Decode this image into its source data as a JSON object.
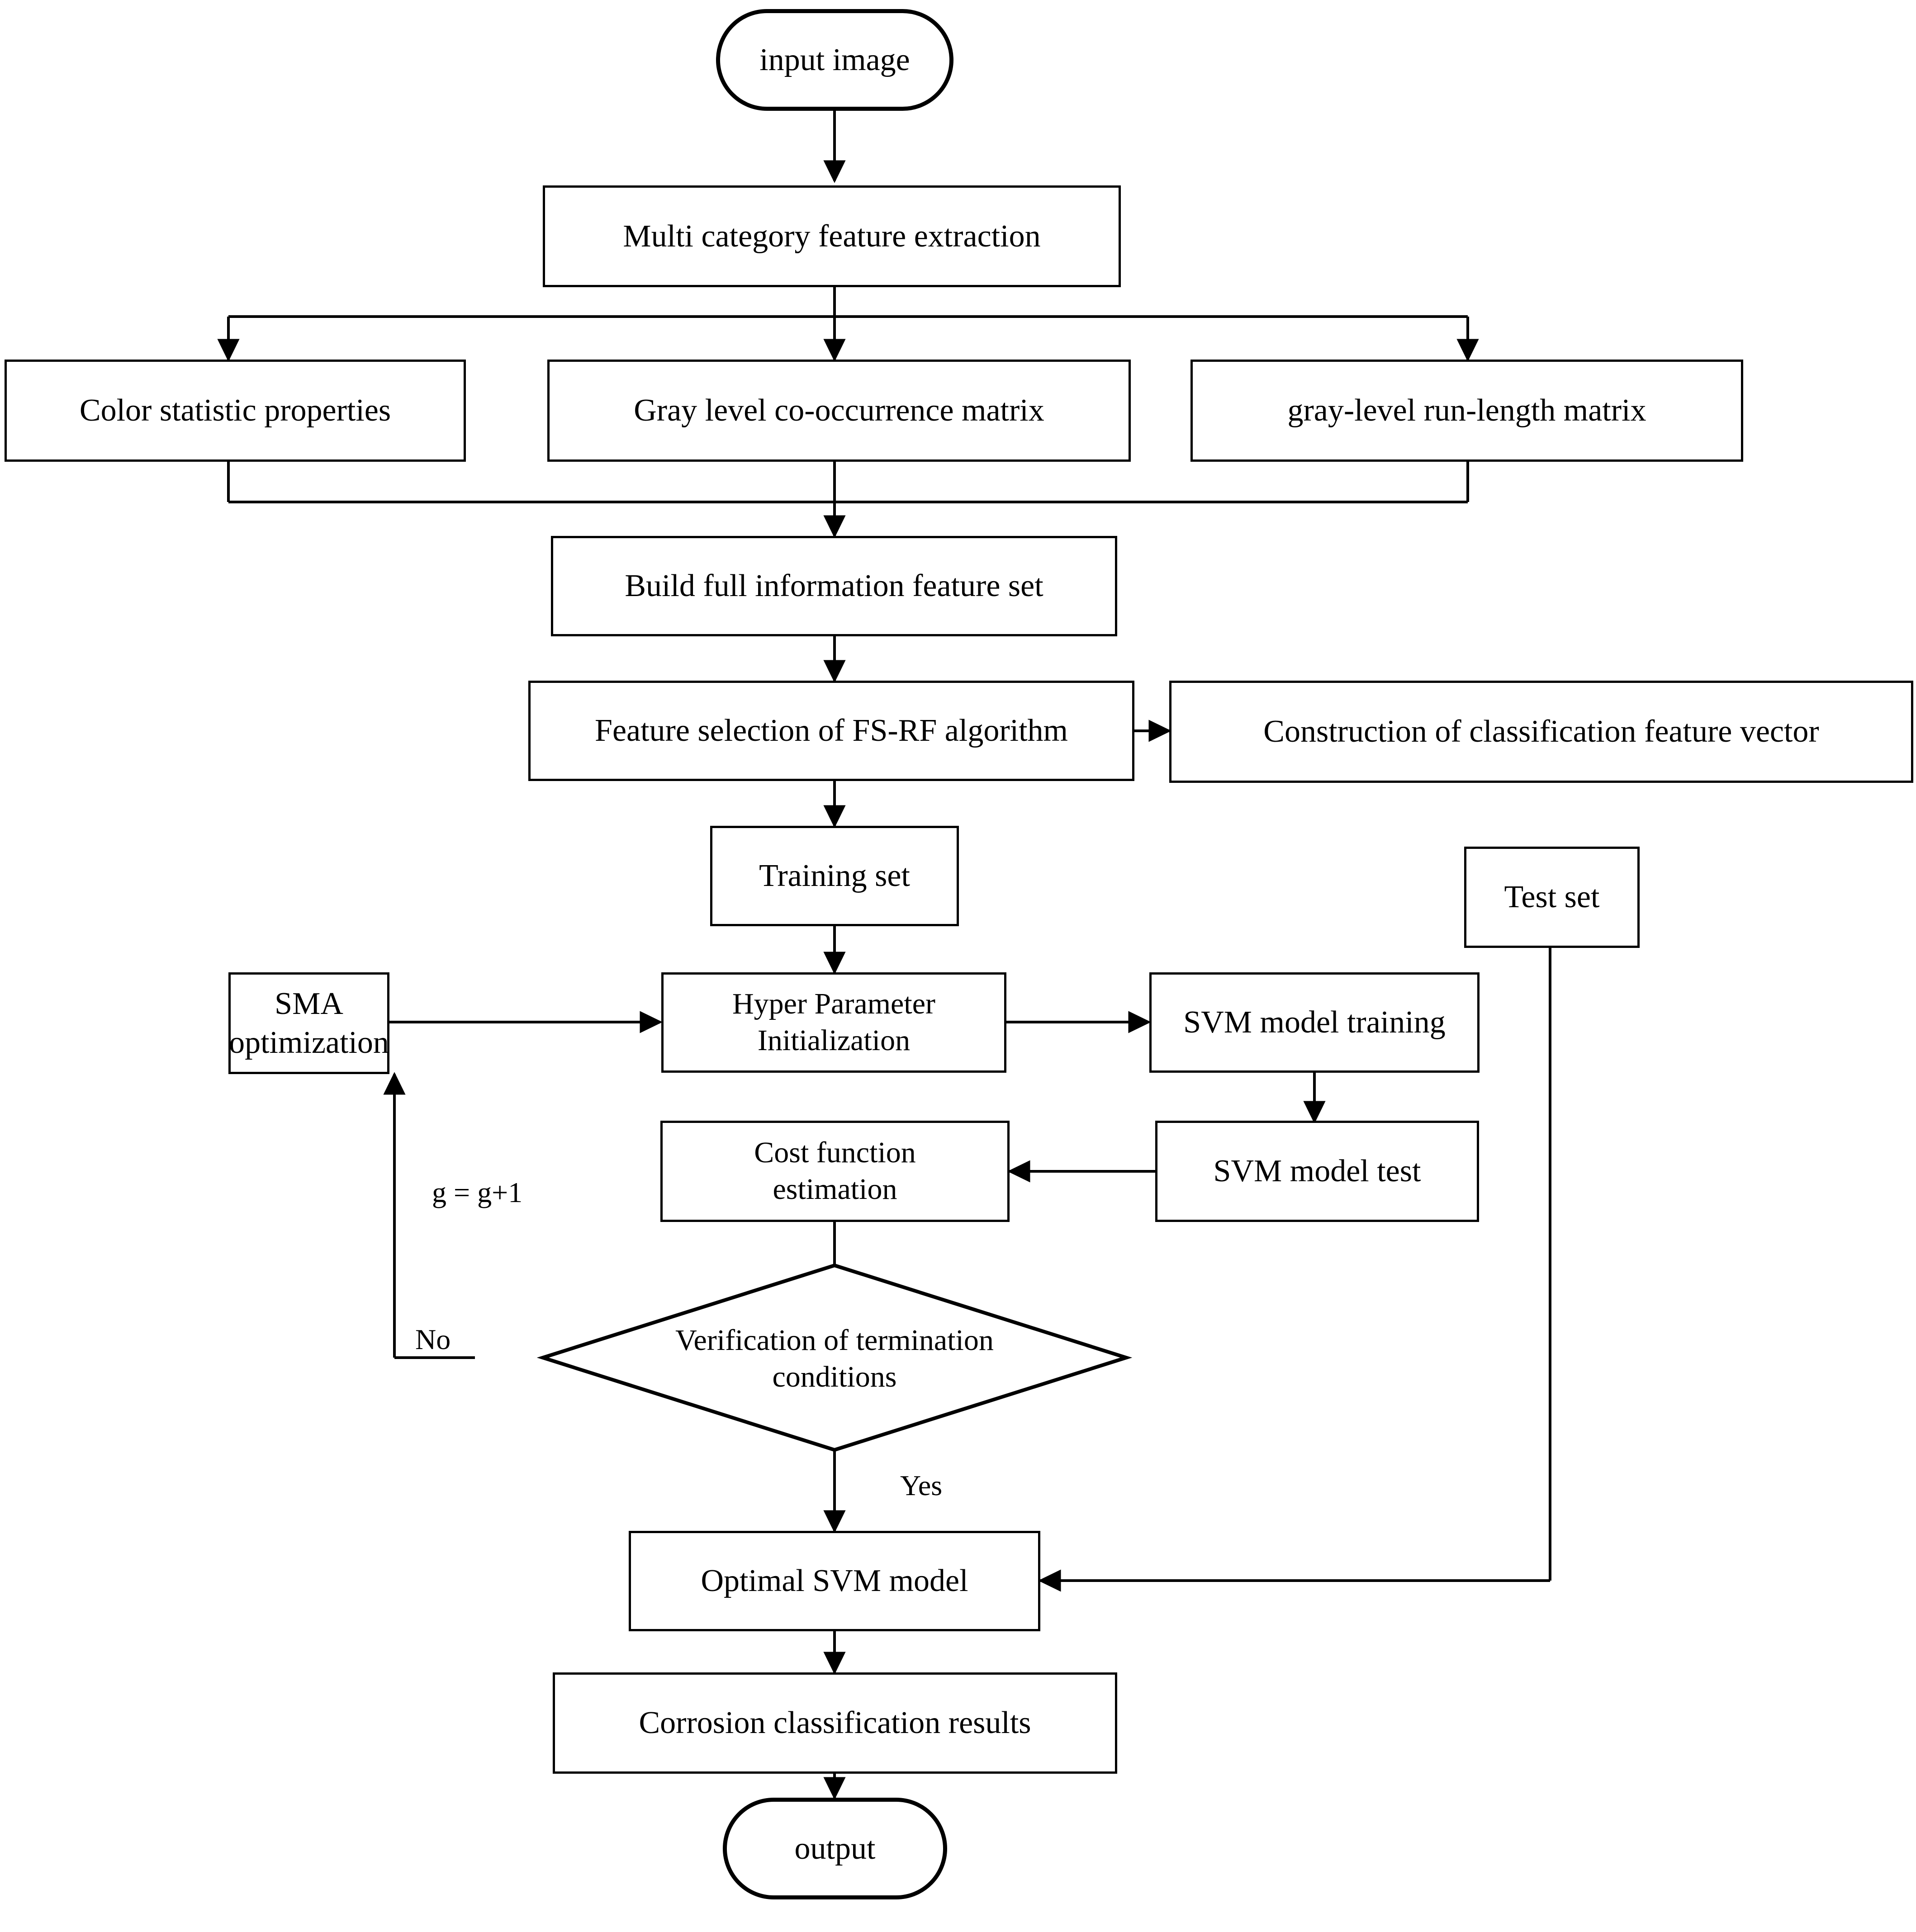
{
  "diagram": {
    "title": "Corrosion image classification flowchart (FS-RF feature selection + SMA-optimized SVM)",
    "colors": {
      "stroke": "#000000",
      "fill": "#ffffff",
      "text": "#000000"
    },
    "nodes": {
      "input_image": {
        "label": "input image",
        "shape": "terminal"
      },
      "multi_category_feature_extraction": {
        "label": "Multi category feature extraction",
        "shape": "process"
      },
      "color_statistic_properties": {
        "label": "Color statistic properties",
        "shape": "process"
      },
      "gray_level_cooccurrence_matrix": {
        "label": "Gray level co-occurrence matrix",
        "shape": "process"
      },
      "gray_level_run_length_matrix": {
        "label": "gray-level run-length matrix",
        "shape": "process"
      },
      "build_full_information_feature_set": {
        "label": "Build full information feature set",
        "shape": "process"
      },
      "feature_selection_fsrf": {
        "label": "Feature selection of FS-RF algorithm",
        "shape": "process"
      },
      "construction_classification_feature_vector": {
        "label": "Construction of classification feature vector",
        "shape": "process"
      },
      "training_set": {
        "label": "Training set",
        "shape": "process"
      },
      "test_set": {
        "label": "Test set",
        "shape": "process"
      },
      "sma_optimization": {
        "label": "SMA optimization",
        "shape": "process"
      },
      "hyper_parameter_initialization": {
        "label": "Hyper Parameter\nInitialization",
        "shape": "process"
      },
      "svm_model_training": {
        "label": "SVM model training",
        "shape": "process"
      },
      "cost_function_estimation": {
        "label": "Cost function\nestimation",
        "shape": "process"
      },
      "svm_model_test": {
        "label": "SVM model test",
        "shape": "process"
      },
      "verification_of_termination_conditions": {
        "label": "Verification of termination\nconditions",
        "shape": "decision"
      },
      "optimal_svm_model": {
        "label": "Optimal SVM model",
        "shape": "process"
      },
      "corrosion_classification_results": {
        "label": "Corrosion classification results",
        "shape": "process"
      },
      "output": {
        "label": "output",
        "shape": "terminal"
      }
    },
    "edge_labels": {
      "increment": "g = g+1",
      "no": "No",
      "yes": "Yes"
    },
    "flow": [
      "input image -> Multi category feature extraction",
      "Multi category feature extraction -> Color statistic properties",
      "Multi category feature extraction -> Gray level co-occurrence matrix",
      "Multi category feature extraction -> gray-level run-length matrix",
      "Color statistic properties -> Build full information feature set",
      "Gray level co-occurrence matrix -> Build full information feature set",
      "gray-level run-length matrix -> Build full information feature set",
      "Build full information feature set -> Feature selection of FS-RF algorithm",
      "Feature selection of FS-RF algorithm -> Construction of classification feature vector",
      "Feature selection of FS-RF algorithm -> Training set",
      "Training set -> Hyper Parameter Initialization",
      "SMA optimization -> Hyper Parameter Initialization",
      "Hyper Parameter Initialization -> SVM model training",
      "SVM model training -> SVM model test",
      "SVM model test -> Cost function estimation",
      "Cost function estimation -> Verification of termination conditions",
      "Verification of termination conditions -No-> SMA optimization",
      "Verification of termination conditions -Yes-> Optimal SVM model",
      "Test set -> Optimal SVM model",
      "Optimal SVM model -> Corrosion classification results",
      "Corrosion classification results -> output"
    ]
  }
}
